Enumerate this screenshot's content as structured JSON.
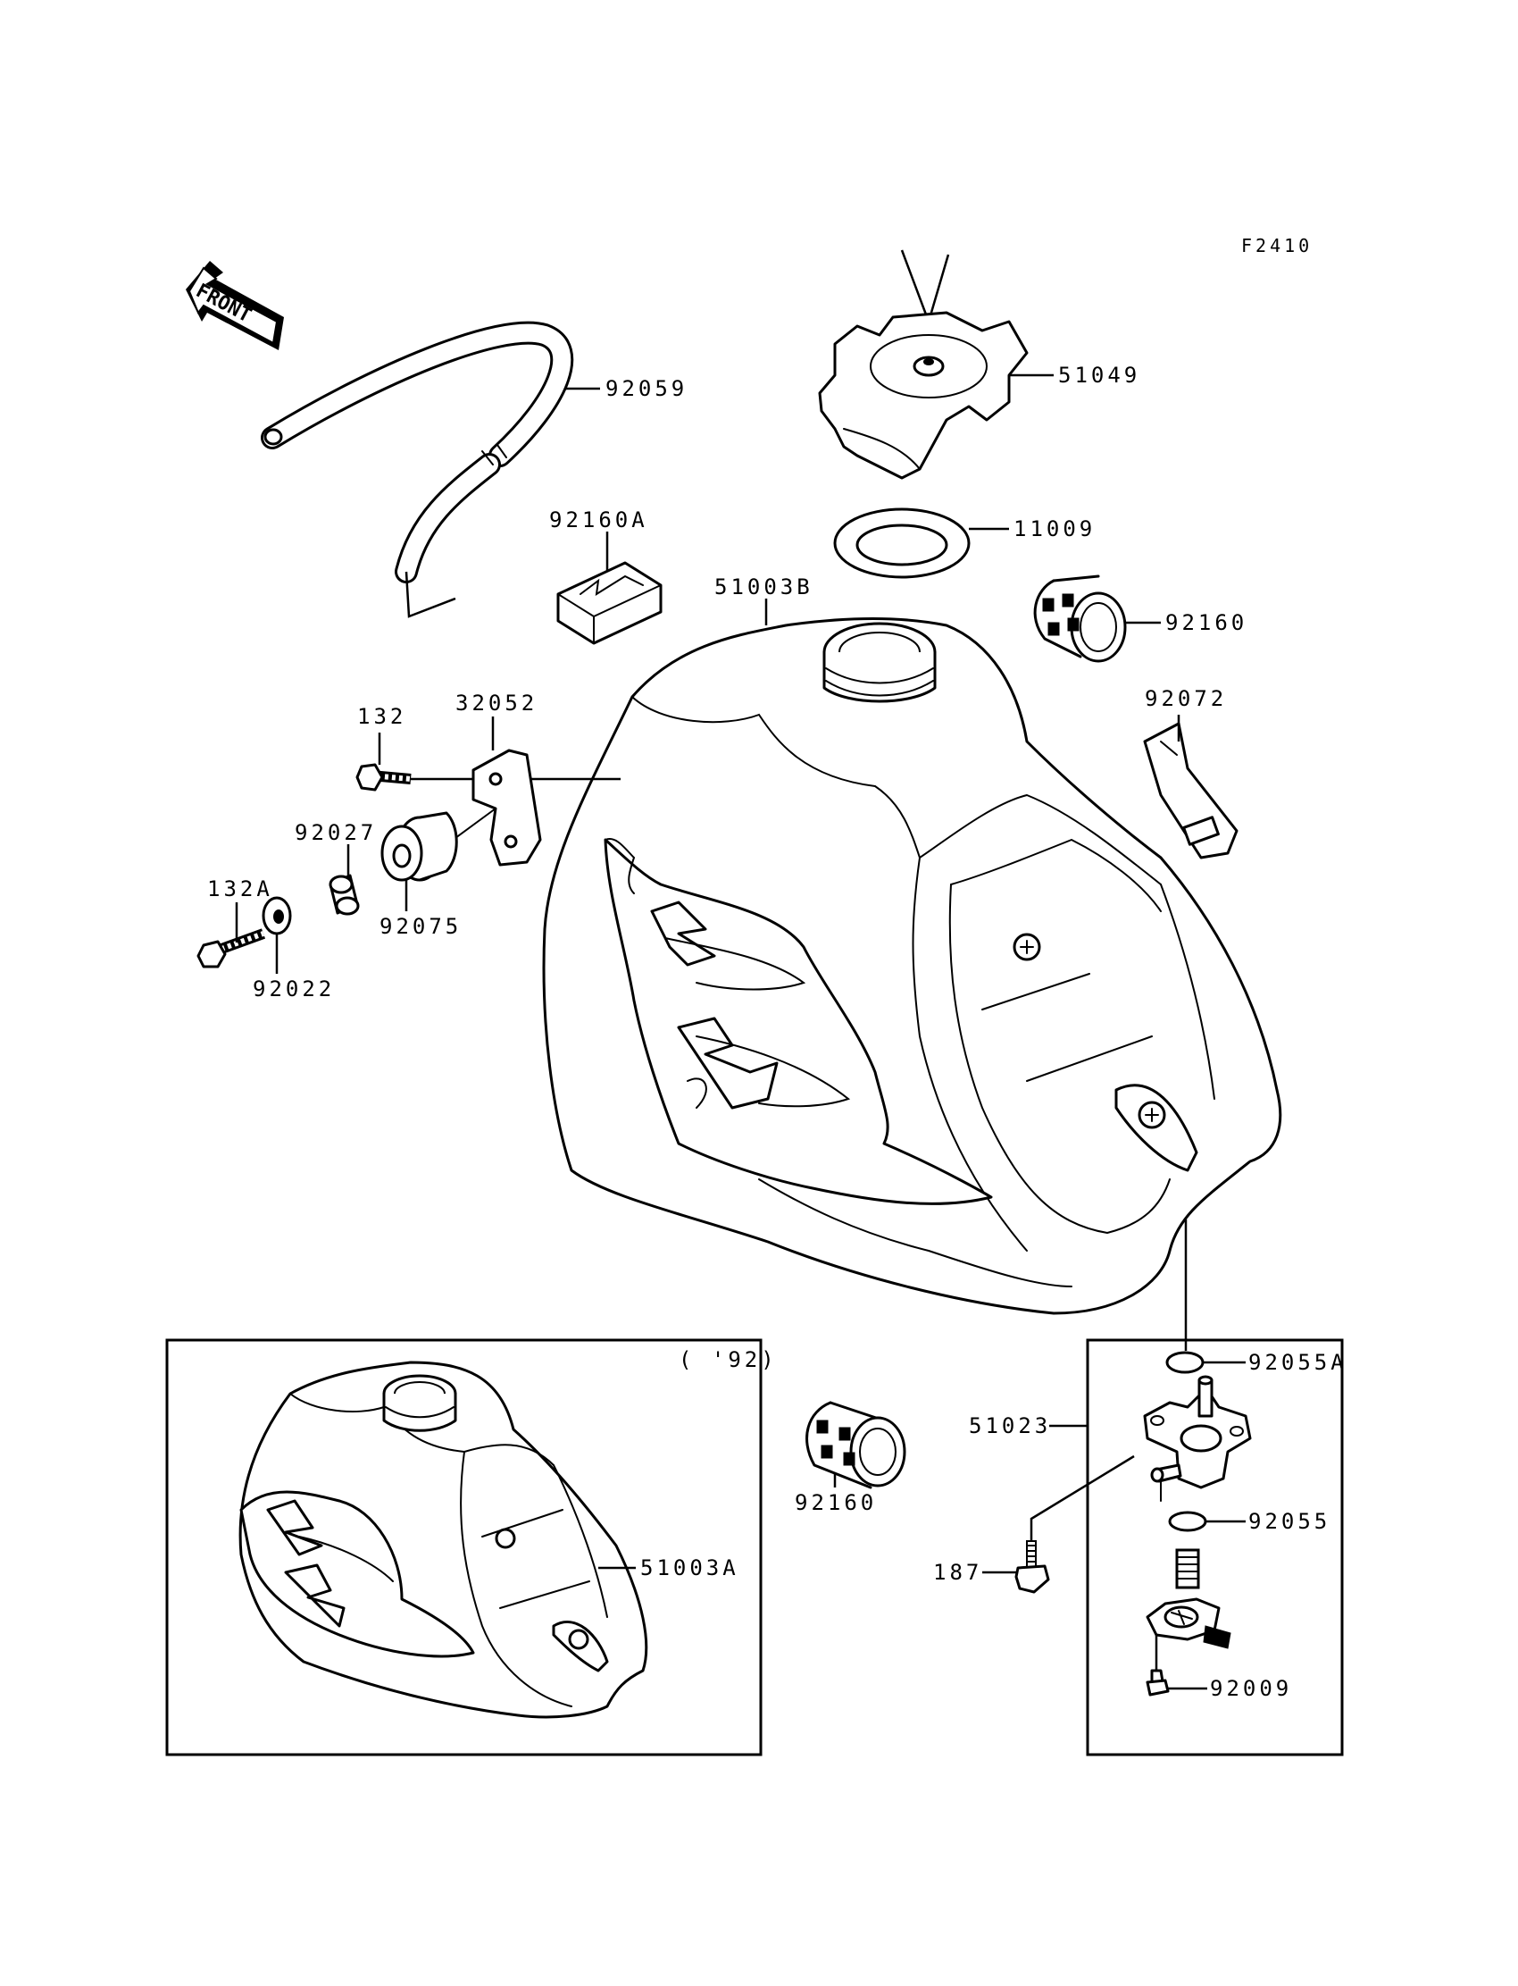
{
  "figure_code": "F2410",
  "front_label": "FRONT",
  "inset_label": "( '92)",
  "parts": {
    "hose": "92059",
    "cap": "51049",
    "gasket": "11009",
    "damper_a": "92160A",
    "tank_b": "51003B",
    "damper_upper": "92160",
    "band": "92072",
    "bolt_132": "132",
    "bracket": "32052",
    "collar": "92027",
    "bolt_132a": "132A",
    "grommet": "92075",
    "washer": "92022",
    "oring_a": "92055A",
    "cock": "51023",
    "damper_lower": "92160",
    "oring": "92055",
    "bolt_187": "187",
    "tank_a": "51003A",
    "screw": "92009"
  }
}
